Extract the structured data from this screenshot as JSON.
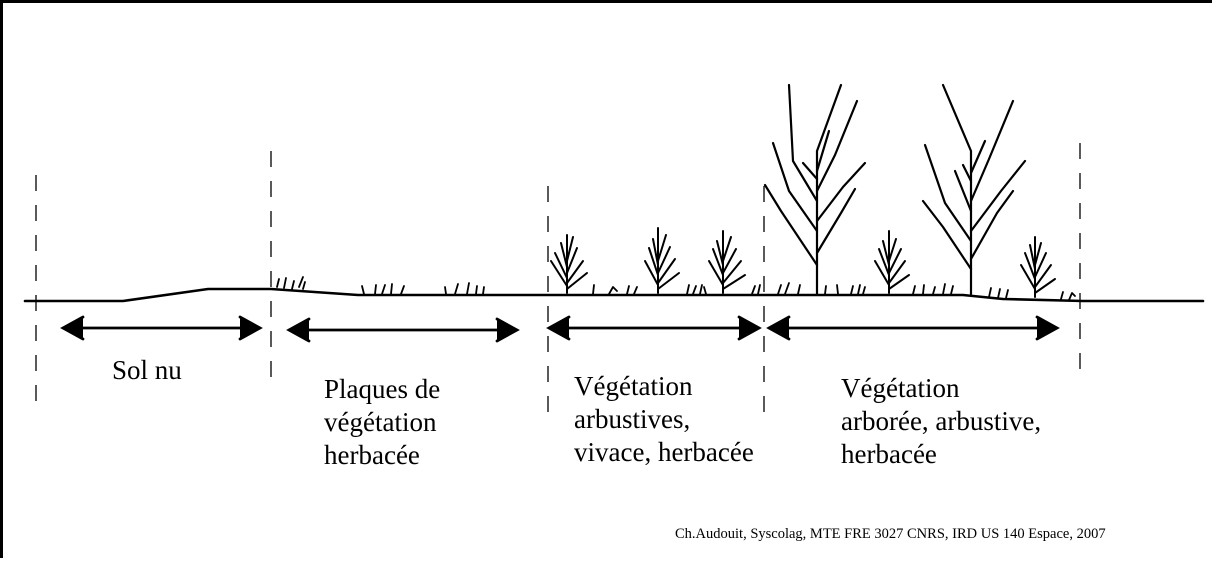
{
  "zones": [
    {
      "id": "bare-soil",
      "lines": [
        "Sol nu"
      ]
    },
    {
      "id": "herbaceous-patches",
      "lines": [
        "Plaques de",
        "végétation",
        "herbacée"
      ]
    },
    {
      "id": "shrub-vegetation",
      "lines": [
        "Végétation",
        "arbustives,",
        "vivace, herbacée"
      ]
    },
    {
      "id": "tree-vegetation",
      "lines": [
        "Végétation",
        "arborée, arbustive,",
        "herbacée"
      ]
    }
  ],
  "credit": "Ch.Audouit, Syscolag, MTE FRE 3027 CNRS, IRD US 140 Espace, 2007"
}
